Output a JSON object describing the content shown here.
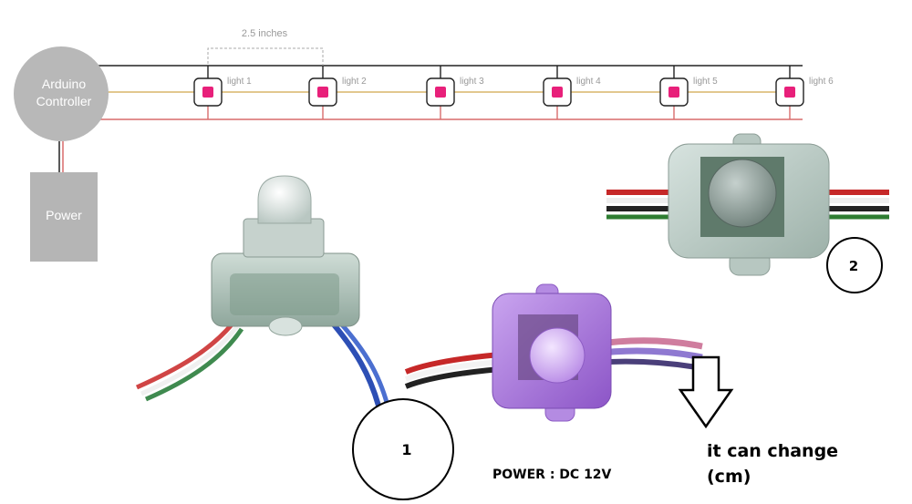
{
  "diagram": {
    "controller_label_line1": "Arduino",
    "controller_label_line2": "Controller",
    "power_label": "Power",
    "spacing_label": "2.5 inches",
    "lights": [
      "light 1",
      "light 2",
      "light 3",
      "light 4",
      "light 5",
      "light 6"
    ]
  },
  "photos": {
    "callout_1": "1",
    "callout_2": "2",
    "power_text": "POWER : DC 12V",
    "change_text_line1": "it can change",
    "change_text_line2": "(cm)"
  },
  "colors": {
    "controller_fill": "#b8b8b8",
    "power_fill": "#b5b5b5",
    "wire_black": "#222222",
    "wire_yellow": "#d9b56a",
    "wire_red": "#d96b6b",
    "led_pink": "#e8207a",
    "purple_module": "#a978d8"
  }
}
